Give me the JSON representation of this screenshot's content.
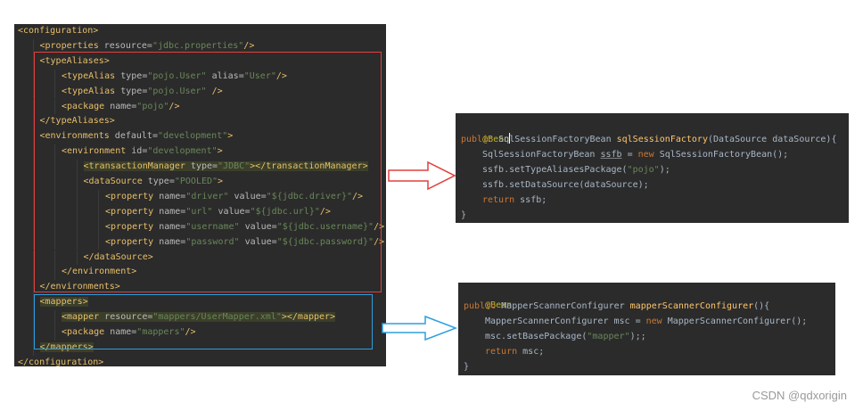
{
  "xml_config": {
    "lines": [
      {
        "indent": 0,
        "parts": [
          [
            "t",
            "<configuration>"
          ]
        ]
      },
      {
        "indent": 1,
        "parts": [
          [
            "t",
            "<properties "
          ],
          [
            "a",
            "resource="
          ],
          [
            "v",
            "\"jdbc.properties\""
          ],
          [
            "t",
            "/>"
          ]
        ]
      },
      {
        "indent": 1,
        "parts": [
          [
            "t",
            "<typeAliases>"
          ]
        ]
      },
      {
        "indent": 2,
        "parts": [
          [
            "t",
            "<typeAlias "
          ],
          [
            "a",
            "type="
          ],
          [
            "v",
            "\"pojo.User\""
          ],
          [
            "a",
            " alias="
          ],
          [
            "v",
            "\"User\""
          ],
          [
            "t",
            "/>"
          ]
        ]
      },
      {
        "indent": 2,
        "parts": [
          [
            "t",
            "<typeAlias "
          ],
          [
            "a",
            "type="
          ],
          [
            "v",
            "\"pojo.User\""
          ],
          [
            "t",
            " />"
          ]
        ]
      },
      {
        "indent": 2,
        "parts": [
          [
            "t",
            "<package "
          ],
          [
            "a",
            "name="
          ],
          [
            "v",
            "\"pojo\""
          ],
          [
            "t",
            "/>"
          ]
        ]
      },
      {
        "indent": 1,
        "parts": [
          [
            "t",
            "</typeAliases>"
          ]
        ]
      },
      {
        "indent": 1,
        "parts": [
          [
            "t",
            "<environments "
          ],
          [
            "a",
            "default="
          ],
          [
            "v",
            "\"development\""
          ],
          [
            "t",
            ">"
          ]
        ]
      },
      {
        "indent": 2,
        "parts": [
          [
            "t",
            "<environment "
          ],
          [
            "a",
            "id="
          ],
          [
            "v",
            "\"development\""
          ],
          [
            "t",
            ">"
          ]
        ]
      },
      {
        "indent": 3,
        "highlight": true,
        "parts": [
          [
            "t",
            "<transactionManager "
          ],
          [
            "a",
            "type="
          ],
          [
            "v",
            "\"JDBC\""
          ],
          [
            "t",
            "></transactionManager>"
          ]
        ]
      },
      {
        "indent": 3,
        "parts": [
          [
            "t",
            "<dataSource "
          ],
          [
            "a",
            "type="
          ],
          [
            "v",
            "\"POOLED\""
          ],
          [
            "t",
            ">"
          ]
        ]
      },
      {
        "indent": 4,
        "parts": [
          [
            "t",
            "<property "
          ],
          [
            "a",
            "name="
          ],
          [
            "v",
            "\"driver\""
          ],
          [
            "a",
            " value="
          ],
          [
            "v",
            "\"${jdbc.driver}\""
          ],
          [
            "t",
            "/>"
          ]
        ]
      },
      {
        "indent": 4,
        "parts": [
          [
            "t",
            "<property "
          ],
          [
            "a",
            "name="
          ],
          [
            "v",
            "\"url\""
          ],
          [
            "a",
            " value="
          ],
          [
            "v",
            "\"${jdbc.url}\""
          ],
          [
            "t",
            "/>"
          ]
        ]
      },
      {
        "indent": 4,
        "parts": [
          [
            "t",
            "<property "
          ],
          [
            "a",
            "name="
          ],
          [
            "v",
            "\"username\""
          ],
          [
            "a",
            " value="
          ],
          [
            "v",
            "\"${jdbc.username}\""
          ],
          [
            "t",
            "/>"
          ]
        ]
      },
      {
        "indent": 4,
        "parts": [
          [
            "t",
            "<property "
          ],
          [
            "a",
            "name="
          ],
          [
            "v",
            "\"password\""
          ],
          [
            "a",
            " value="
          ],
          [
            "v",
            "\"${jdbc.password}\""
          ],
          [
            "t",
            "/>"
          ]
        ]
      },
      {
        "indent": 3,
        "parts": [
          [
            "t",
            "</dataSource>"
          ]
        ]
      },
      {
        "indent": 2,
        "parts": [
          [
            "t",
            "</environment>"
          ]
        ]
      },
      {
        "indent": 1,
        "parts": [
          [
            "t",
            "</environments>"
          ]
        ]
      },
      {
        "indent": 1,
        "highlight": true,
        "parts": [
          [
            "t",
            "<mappers>"
          ]
        ]
      },
      {
        "indent": 2,
        "highlight": true,
        "parts": [
          [
            "t",
            "<mapper "
          ],
          [
            "a",
            "resource="
          ],
          [
            "v",
            "\"mappers/UserMapper.xml\""
          ],
          [
            "t",
            "></mapper>"
          ]
        ]
      },
      {
        "indent": 2,
        "parts": [
          [
            "t",
            "<package "
          ],
          [
            "a",
            "name="
          ],
          [
            "v",
            "\"mappers\""
          ],
          [
            "t",
            "/>"
          ]
        ]
      },
      {
        "indent": 1,
        "highlight": true,
        "parts": [
          [
            "t",
            "</mappers>"
          ]
        ]
      },
      {
        "indent": 0,
        "parts": [
          [
            "t",
            "</configuration>"
          ]
        ]
      }
    ]
  },
  "bean1": {
    "annotation": "@Bean",
    "lines": [
      {
        "indent": 0,
        "parts": [
          [
            "k",
            "public "
          ],
          [
            "p",
            "SqlSessionFactoryBean "
          ],
          [
            "f",
            "sqlSessionFactory"
          ],
          [
            "p",
            "(DataSource dataSource){"
          ]
        ]
      },
      {
        "indent": 1,
        "parts": [
          [
            "p",
            "SqlSessionFactoryBean "
          ],
          [
            "u",
            "ssfb"
          ],
          [
            "p",
            " = "
          ],
          [
            "k",
            "new "
          ],
          [
            "p",
            "SqlSessionFactoryBean();"
          ]
        ]
      },
      {
        "indent": 1,
        "parts": [
          [
            "p",
            "ssfb.setTypeAliasesPackage("
          ],
          [
            "s",
            "\"pojo\""
          ],
          [
            "p",
            ");"
          ]
        ]
      },
      {
        "indent": 1,
        "parts": [
          [
            "p",
            "ssfb.setDataSource(dataSource);"
          ]
        ]
      },
      {
        "indent": 1,
        "parts": [
          [
            "k",
            "return "
          ],
          [
            "p",
            "ssfb;"
          ]
        ]
      },
      {
        "indent": 0,
        "parts": [
          [
            "p",
            "}"
          ]
        ]
      }
    ]
  },
  "bean2": {
    "annotation": "@Bean",
    "lines": [
      {
        "indent": 0,
        "parts": [
          [
            "k",
            "public "
          ],
          [
            "p",
            "MapperScannerConfigurer "
          ],
          [
            "f",
            "mapperScannerConfigurer"
          ],
          [
            "p",
            "(){"
          ]
        ]
      },
      {
        "indent": 1,
        "parts": [
          [
            "p",
            "MapperScannerConfigurer msc = "
          ],
          [
            "k",
            "new "
          ],
          [
            "p",
            "MapperScannerConfigurer();"
          ]
        ]
      },
      {
        "indent": 1,
        "parts": [
          [
            "p",
            "msc.setBasePackage("
          ],
          [
            "s",
            "\"mapper\""
          ],
          [
            "p",
            ");;"
          ]
        ]
      },
      {
        "indent": 1,
        "parts": [
          [
            "k",
            "return "
          ],
          [
            "p",
            "msc;"
          ]
        ]
      },
      {
        "indent": 0,
        "parts": [
          [
            "p",
            "}"
          ]
        ]
      }
    ]
  },
  "colors": {
    "editor_bg": "#2b2b2b",
    "red_box": "#e2403f",
    "blue_box": "#2d9fdf",
    "tag": "#e8bf6a",
    "string": "#6a8759",
    "keyword": "#cc7832",
    "annotation": "#bbb529",
    "function": "#ffc66d"
  },
  "icons": {
    "red_arrow": "right-arrow-icon",
    "blue_arrow": "right-arrow-icon"
  },
  "watermark": "CSDN @qdxorigin"
}
